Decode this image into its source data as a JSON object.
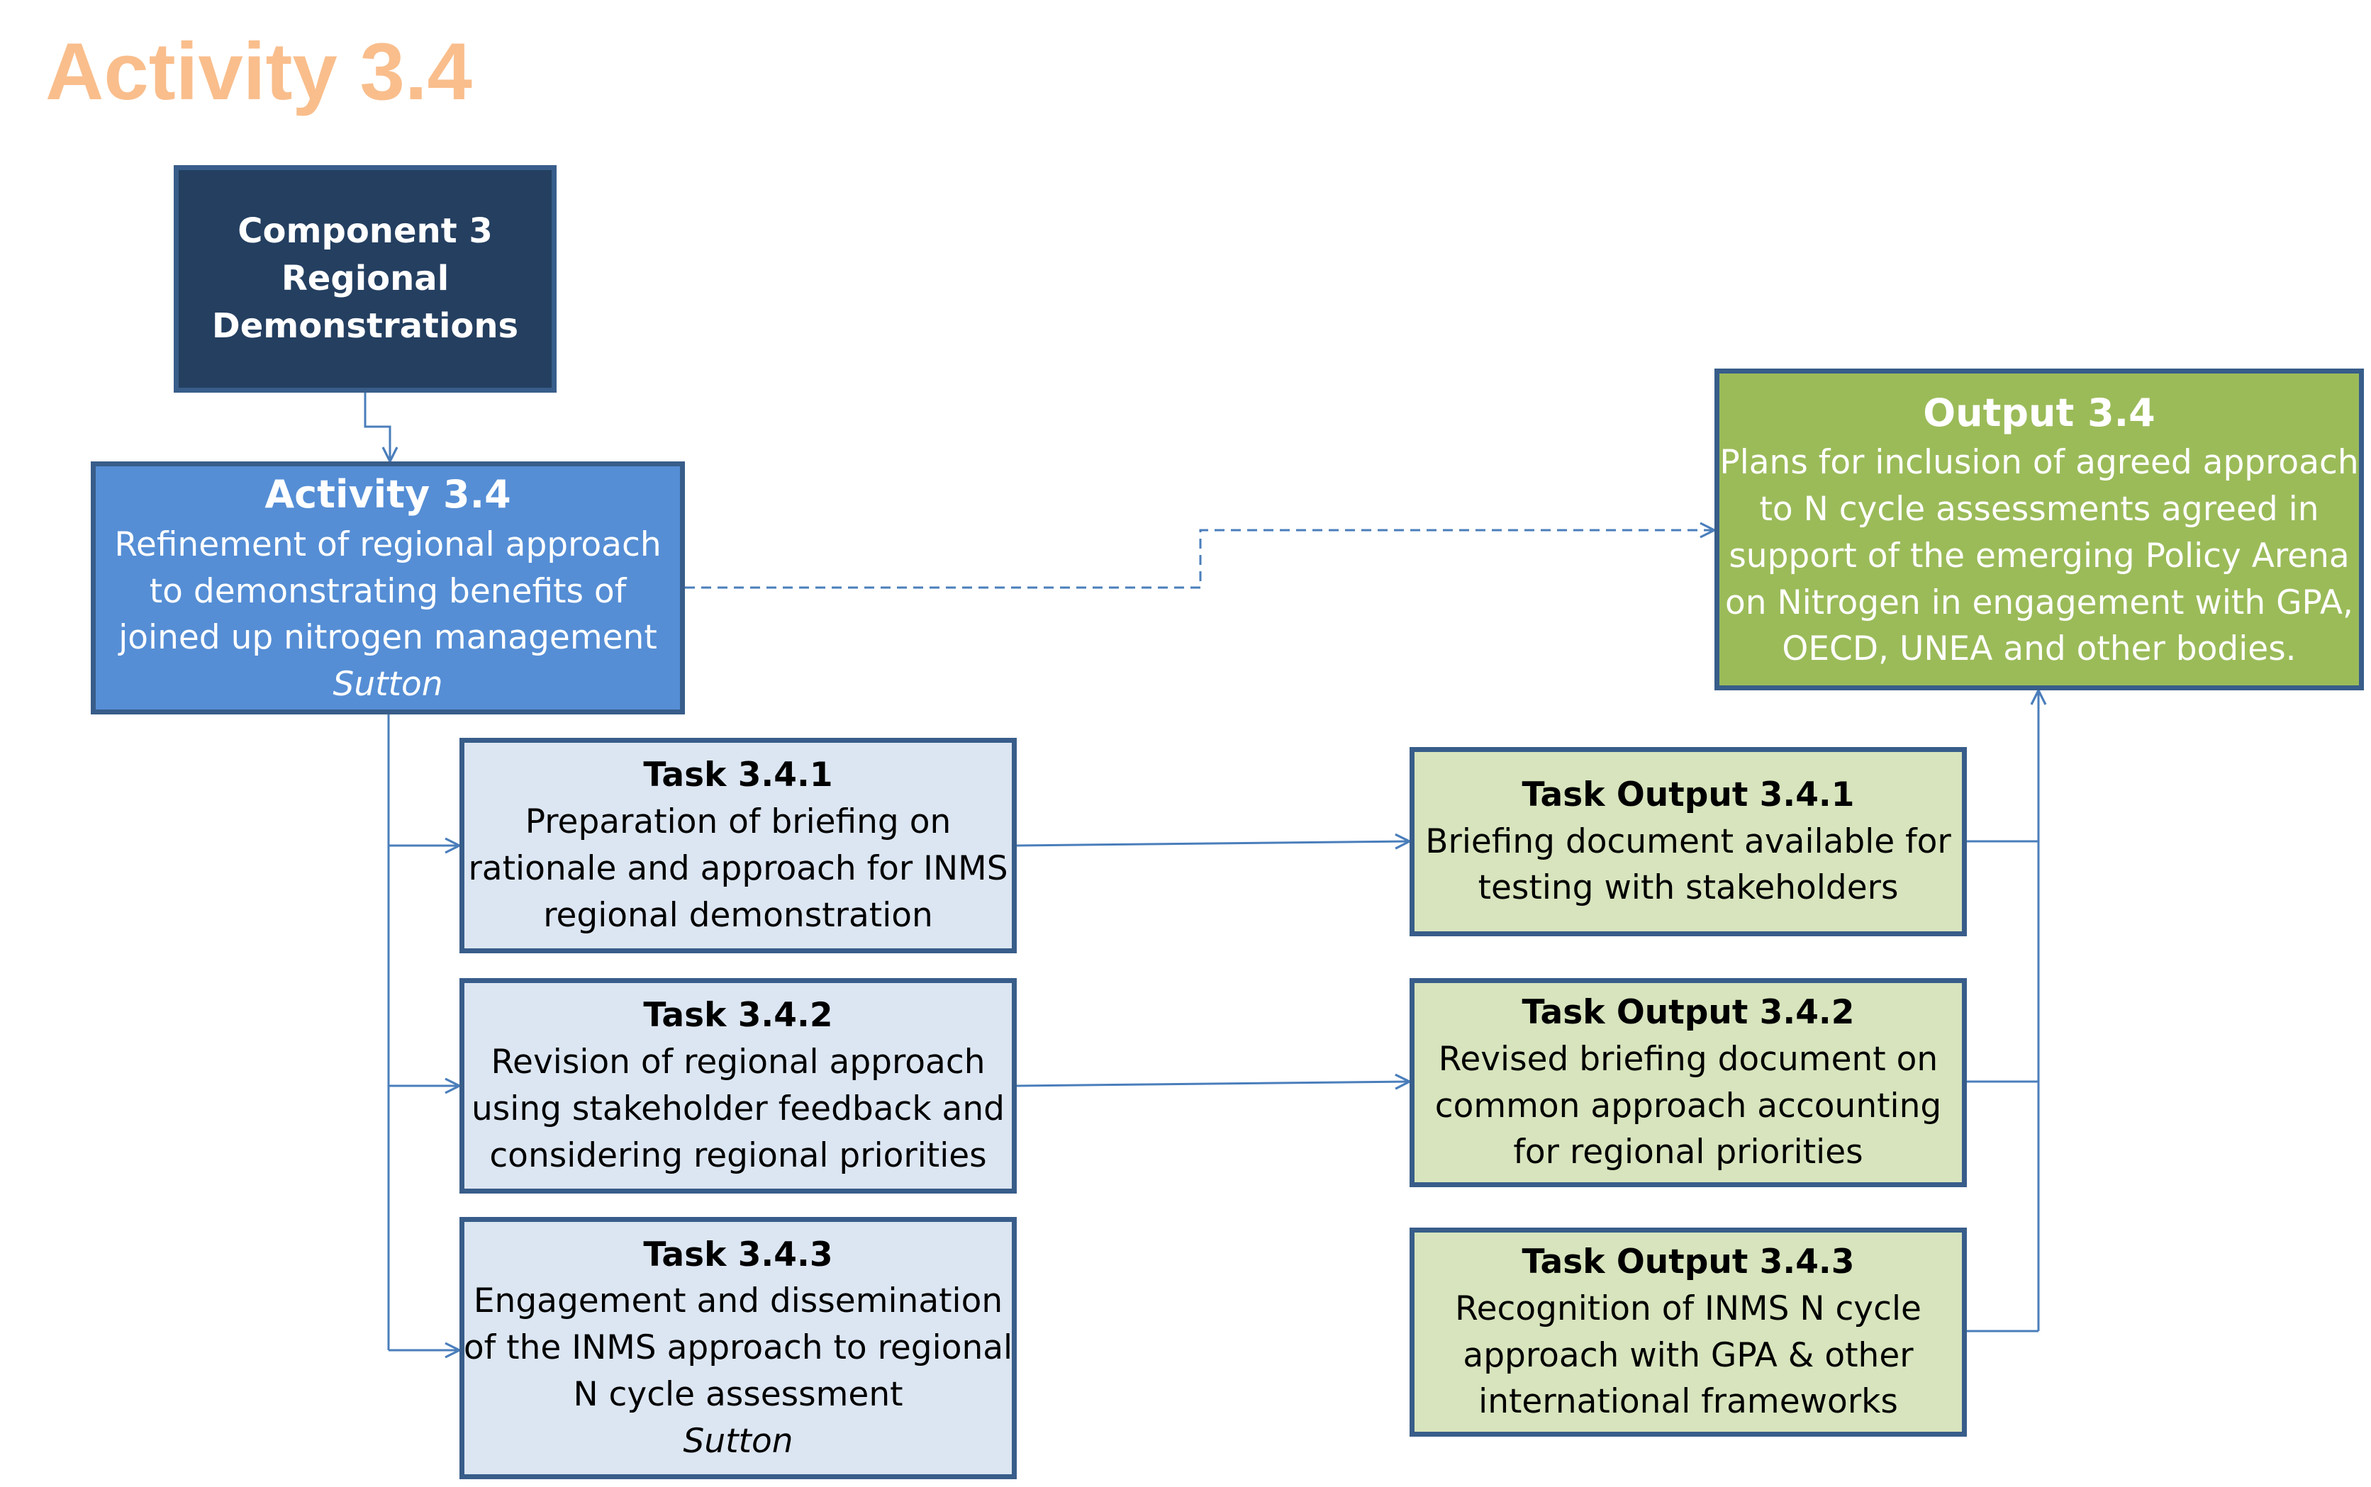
{
  "title": "Activity 3.4",
  "component": {
    "lines": [
      "Component 3",
      "Regional",
      "Demonstrations"
    ]
  },
  "activity": {
    "title": "Activity 3.4",
    "lines": [
      "Refinement of regional approach",
      "to demonstrating benefits of",
      "joined up nitrogen management"
    ],
    "lead": "Sutton"
  },
  "output": {
    "title": "Output 3.4",
    "lines": [
      "Plans for inclusion of agreed approach",
      "to N cycle assessments agreed in",
      "support of the emerging Policy Arena",
      "on Nitrogen in engagement with GPA,",
      "OECD, UNEA and other bodies."
    ]
  },
  "tasks": [
    {
      "title": "Task 3.4.1",
      "lines": [
        "Preparation of briefing on",
        "rationale and approach for INMS",
        "regional demonstration"
      ]
    },
    {
      "title": "Task 3.4.2",
      "lines": [
        "Revision of regional approach",
        "using stakeholder feedback and",
        "considering regional priorities"
      ]
    },
    {
      "title": "Task 3.4.3",
      "lines": [
        "Engagement and dissemination",
        "of the INMS approach to regional",
        "N cycle assessment"
      ],
      "lead": "Sutton"
    }
  ],
  "task_outputs": [
    {
      "title": "Task Output 3.4.1",
      "lines": [
        "Briefing document available for",
        "testing with stakeholders"
      ]
    },
    {
      "title": "Task Output 3.4.2",
      "lines": [
        "Revised briefing document on",
        "common approach accounting",
        "for regional priorities"
      ]
    },
    {
      "title": "Task Output 3.4.3",
      "lines": [
        "Recognition of INMS N cycle",
        "approach with GPA & other",
        "international frameworks"
      ]
    }
  ],
  "colors": {
    "title": "#F9BE8C",
    "component_fill": "#243F60",
    "activity_fill": "#558ED5",
    "output_fill": "#9BBB59",
    "task_fill": "#DCE6F2",
    "task_output_fill": "#D7E4BD",
    "border": "#385D8A",
    "connector": "#4A7EBB"
  }
}
